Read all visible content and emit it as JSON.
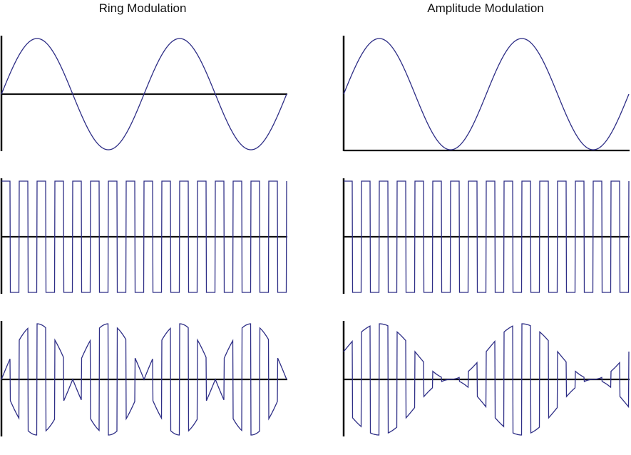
{
  "titles": {
    "left": "Ring Modulation",
    "right": "Amplitude Modulation"
  },
  "colors": {
    "wave": "#2e2e86",
    "axis": "#111111"
  },
  "signal": {
    "modulator_periods": 2,
    "carrier_periods": 16
  },
  "panels": [
    {
      "id": "ring-modulator",
      "kind": "sine-bipolar"
    },
    {
      "id": "ring-carrier",
      "kind": "square"
    },
    {
      "id": "ring-output",
      "kind": "ring-product"
    },
    {
      "id": "am-modulator",
      "kind": "sine-unipolar"
    },
    {
      "id": "am-carrier",
      "kind": "square"
    },
    {
      "id": "am-output",
      "kind": "am-product"
    }
  ]
}
